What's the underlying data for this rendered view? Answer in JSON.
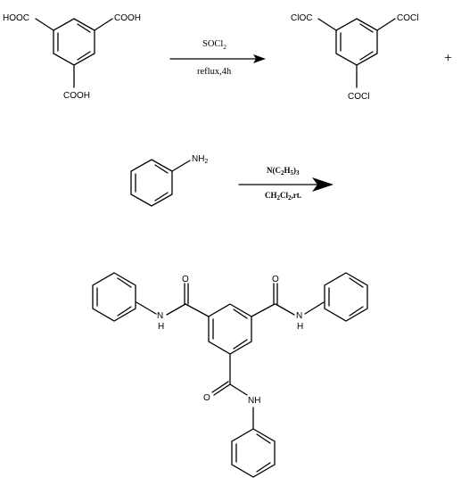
{
  "reaction1": {
    "reactant": {
      "top_left_group": "HOOC",
      "top_right_group": "COOH",
      "bottom_group": "COOH"
    },
    "reagent_above": "SOCl",
    "reagent_above_sub": "2",
    "condition_below": "reflux,4h",
    "product": {
      "top_left_group": "ClOC",
      "top_right_group": "COCl",
      "bottom_group": "COCl"
    },
    "plus_sign": "+"
  },
  "reaction2": {
    "reactant_group": "NH",
    "reactant_group_sub": "2",
    "reagent_above": {
      "a": "N(C",
      "a_sub": "2",
      "b": "H",
      "b_sub": "5",
      "c": ")",
      "c_sub": "3"
    },
    "condition_below": {
      "a": "CH",
      "a_sub": "2",
      "b": "Cl",
      "b_sub": "2",
      "c": ",rt."
    }
  },
  "product": {
    "left_carbonyl_o": "O",
    "right_carbonyl_o": "O",
    "bottom_carbonyl_o": "O",
    "left_n": "N",
    "left_h": "H",
    "right_n": "N",
    "right_h": "H",
    "bottom_nh": "NH"
  },
  "colors": {
    "ink": "#000000",
    "background": "#ffffff"
  }
}
